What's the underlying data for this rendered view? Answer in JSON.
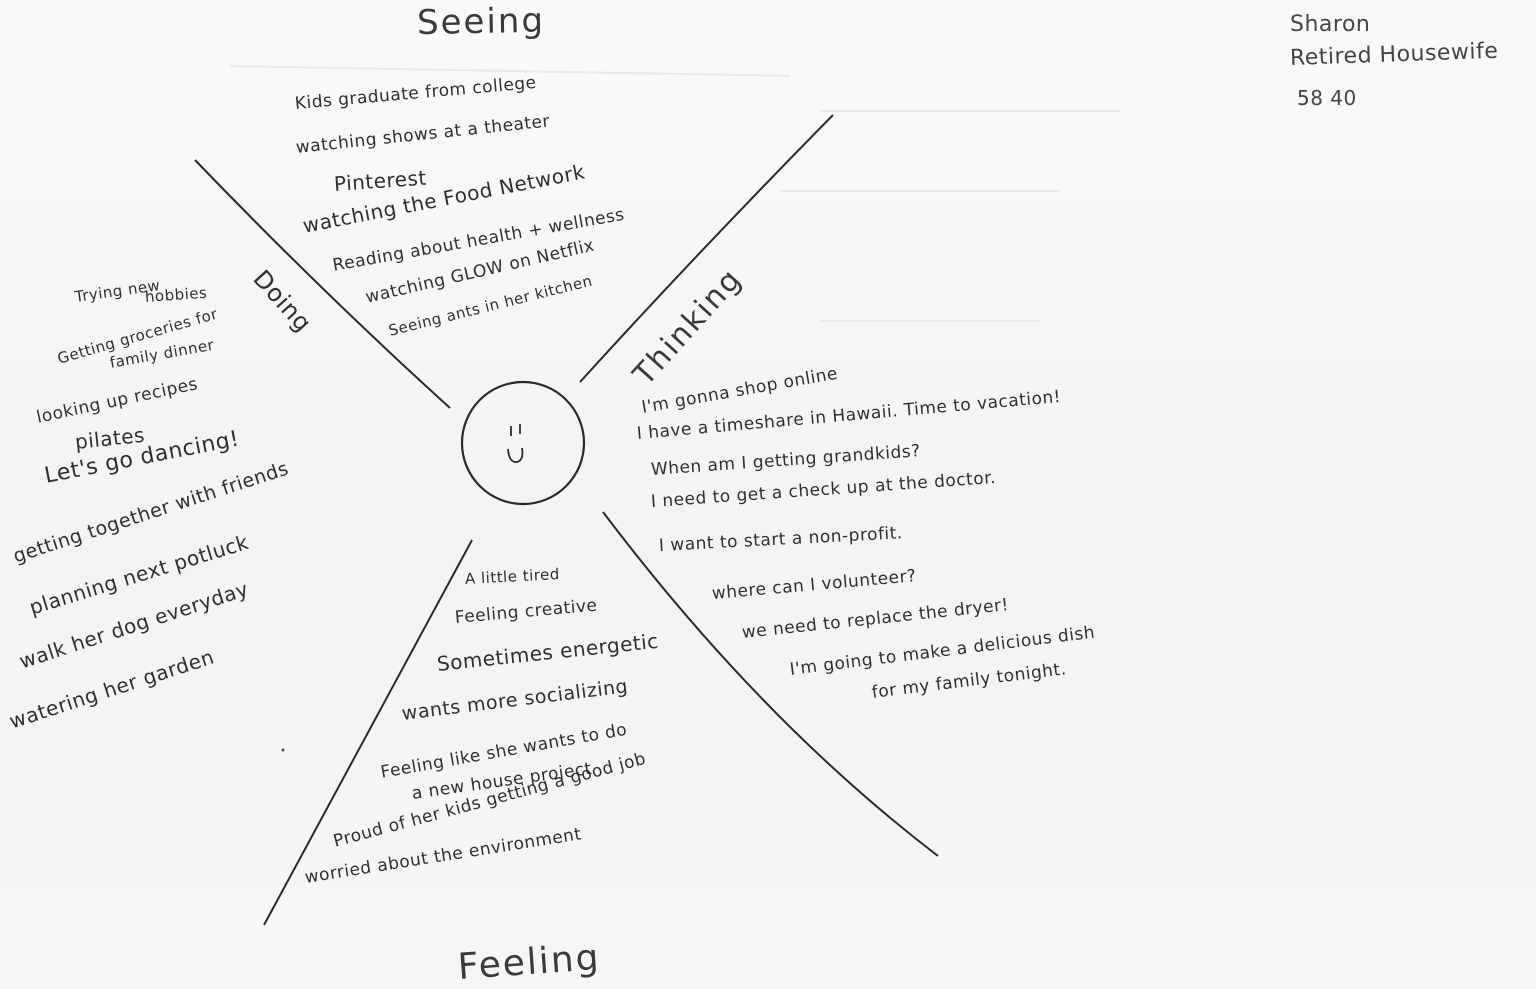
{
  "persona": {
    "name": "Sharon",
    "role": "Retired Housewife",
    "age": "58 40"
  },
  "quadrants": {
    "seeing": {
      "title": "Seeing",
      "items": [
        "Kids graduate from college",
        "watching shows at a theater",
        "Pinterest",
        "watching the Food Network",
        "Reading about health + wellness",
        "watching GLOW on Netflix",
        "Seeing ants in her kitchen"
      ]
    },
    "doing": {
      "title": "Doing",
      "items": [
        "Trying new",
        "hobbies",
        "Getting groceries for",
        "family dinner",
        "looking up recipes",
        "pilates",
        "Let's go dancing!",
        "getting together with friends",
        "planning next potluck",
        "walk her dog everyday",
        "watering her garden"
      ]
    },
    "thinking": {
      "title": "Thinking",
      "items": [
        "I'm gonna shop online",
        "I have a timeshare in Hawaii. Time to vacation!",
        "When am I getting grandkids?",
        "I need to get a check up at the doctor.",
        "I want to start a non-profit.",
        "where can I volunteer?",
        "we need to replace the dryer!",
        "I'm going to make a delicious dish",
        "for my family tonight."
      ]
    },
    "feeling": {
      "title": "Feeling",
      "items": [
        "A little tired",
        "Feeling creative",
        "Sometimes energetic",
        "wants more socializing",
        "Feeling like she wants to do",
        "a new house project",
        "Proud of her kids getting a good job",
        "worried about the environment"
      ]
    }
  },
  "center": {
    "face": "smiley-face"
  },
  "colors": {
    "ink": "#2f2f2f",
    "paper": "#f6f6f4"
  }
}
